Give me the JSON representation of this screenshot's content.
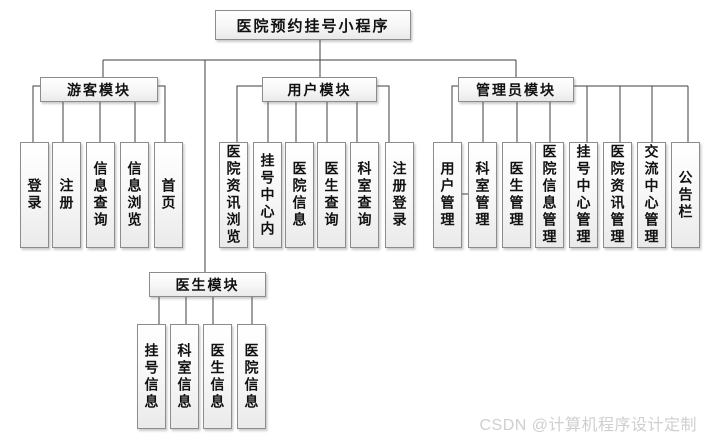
{
  "title": "医院预约挂号小程序",
  "watermark": "CSDN @计算机程序设计定制",
  "modules": [
    {
      "name": "游客模块",
      "children": [
        "登录",
        "注册",
        "信息查询",
        "信息浏览",
        "首页"
      ]
    },
    {
      "name": "用户模块",
      "children": [
        "医院资讯浏览",
        "挂号中心内",
        "医院信息",
        "医生查询",
        "科室查询",
        "注册登录"
      ]
    },
    {
      "name": "管理员模块",
      "children": [
        "用户管理",
        "科室管理",
        "医生管理",
        "医院信息管理",
        "挂号中心管理",
        "医院资讯管理",
        "交流中心管理",
        "公告栏"
      ]
    },
    {
      "name": "医生模块",
      "children": [
        "挂号信息",
        "科室信息",
        "医生信息",
        "医院信息"
      ]
    }
  ]
}
